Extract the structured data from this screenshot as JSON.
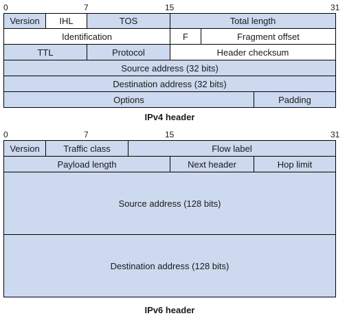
{
  "ipv4": {
    "bit_labels": [
      "0",
      "7",
      "15",
      "31"
    ],
    "fields": {
      "version": "Version",
      "ihl": "IHL",
      "tos": "TOS",
      "total_length": "Total length",
      "identification": "Identification",
      "flags": "F",
      "fragment_offset": "Fragment offset",
      "ttl": "TTL",
      "protocol": "Protocol",
      "header_checksum": "Header checksum",
      "source_address": "Source address (32 bits)",
      "destination_address": "Destination address (32 bits)",
      "options": "Options",
      "padding": "Padding"
    },
    "caption": "IPv4 header"
  },
  "ipv6": {
    "bit_labels": [
      "0",
      "7",
      "15",
      "31"
    ],
    "fields": {
      "version": "Version",
      "traffic_class": "Traffic class",
      "flow_label": "Flow label",
      "payload_length": "Payload length",
      "next_header": "Next header",
      "hop_limit": "Hop limit",
      "source_address": "Source address (128 bits)",
      "destination_address": "Destination address (128 bits)"
    },
    "caption": "IPv6 header"
  },
  "colors": {
    "shaded_field": "#ccd9ee",
    "plain_field": "#ffffff",
    "border": "#000000"
  }
}
